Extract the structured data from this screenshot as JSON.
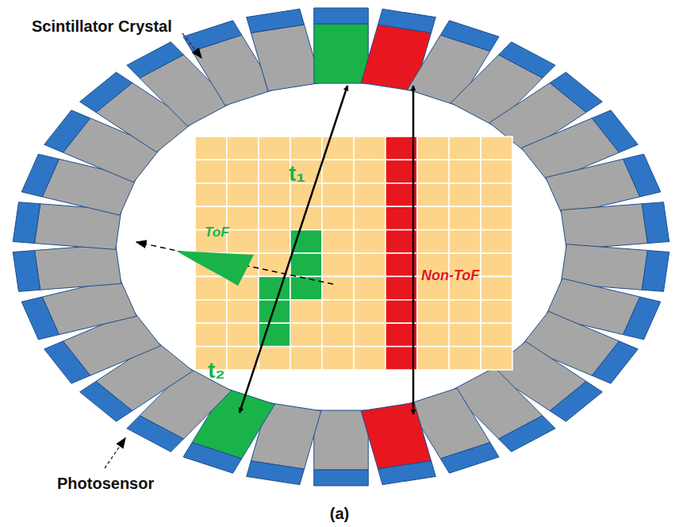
{
  "diagram": {
    "caption": "(a)",
    "labels": [
      "Scintillator Crystal",
      "Photosensor",
      "t₁",
      "t₂",
      "ToF",
      "Non-ToF"
    ]
  }
}
